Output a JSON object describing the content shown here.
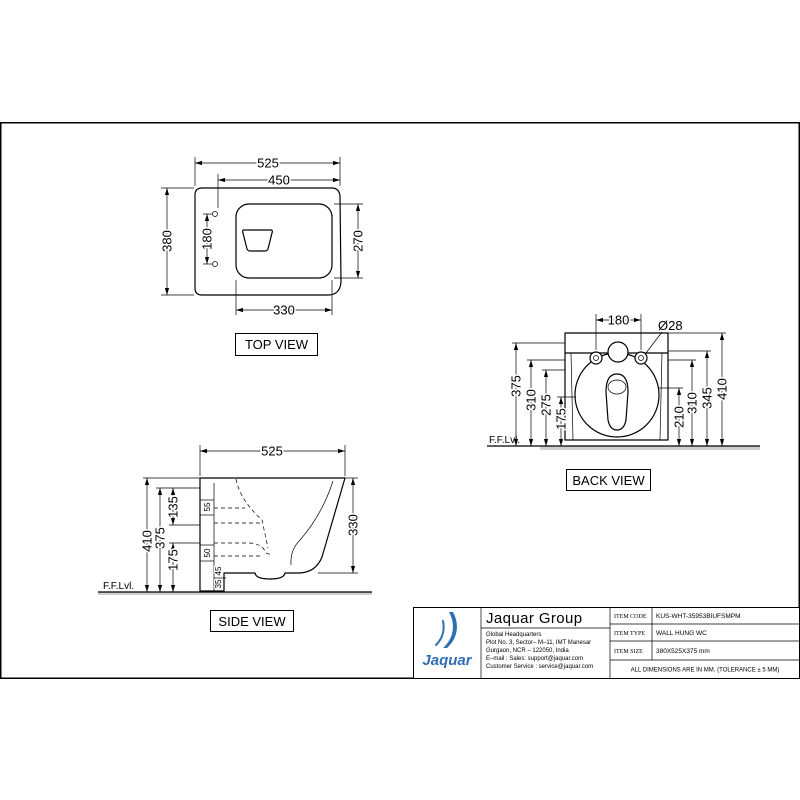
{
  "top_view": {
    "label": "TOP VIEW",
    "dims": [
      "525",
      "450",
      "380",
      "180",
      "270",
      "330"
    ]
  },
  "back_view": {
    "label": "BACK VIEW",
    "hole_spacing": "180",
    "hole_diameter": "Ø28",
    "left_dims": [
      "375",
      "310",
      "275",
      "175"
    ],
    "right_dims": [
      "210",
      "310",
      "345",
      "410"
    ],
    "floor_label": "F.F.Lvl."
  },
  "side_view": {
    "label": "SIDE VIEW",
    "length": "525",
    "height": "330",
    "left_dims": [
      "410",
      "375",
      "135",
      "175"
    ],
    "small_dims": [
      "55",
      "50",
      "45",
      "35"
    ],
    "floor_label": "F.F.Lvl."
  },
  "title_block": {
    "logo_text": "Jaquar",
    "company": "Jaquar Group",
    "address_lines": [
      "Global Headquarters",
      "Plot No. 3, Sector– M–11, IMT Manesar",
      "Gurgaon, NCR – 122050, India",
      "E–mail : Sales: support@jaquar.com",
      "Customer Service : service@jaquar.com"
    ],
    "rows": [
      {
        "label": "ITEM CODE",
        "value": "KUS-WHT-35953BIUFSMPM"
      },
      {
        "label": "ITEM TYPE",
        "value": "WALL HUNG WC"
      },
      {
        "label": "ITEM SIZE",
        "value": "380X525X375 mm"
      }
    ],
    "note": "ALL DIMENSIONS ARE IN MM. (TOLERANCE ± 5 MM)"
  },
  "colors": {
    "line": "#000000",
    "logo": "#2f6db5",
    "ground": "#cfcfcf"
  }
}
